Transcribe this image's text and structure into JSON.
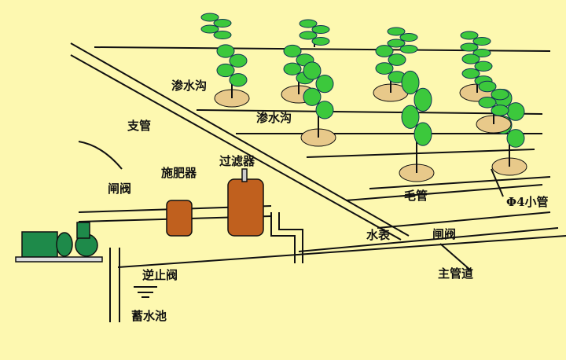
{
  "title": "滴灌系统示意图",
  "labels": {
    "seepage_ditch_1": "渗水沟",
    "seepage_ditch_2": "渗水沟",
    "branch_pipe": "支管",
    "fertilizer_applicator": "施肥器",
    "filter": "过滤器",
    "gate_valve_1": "闸阀",
    "capillary_pipe": "毛管",
    "small_pipe": "Φ4小管",
    "water_meter": "水表",
    "gate_valve_2": "闸阀",
    "main_pipe": "主管道",
    "check_valve": "逆止阀",
    "reservoir": "蓄水池"
  },
  "colors": {
    "background": "#FDF8B0",
    "foliage": "#3CC83C",
    "tank": "#C0601E",
    "pump": "#1E8A4A",
    "basin": "#E8C98A"
  }
}
